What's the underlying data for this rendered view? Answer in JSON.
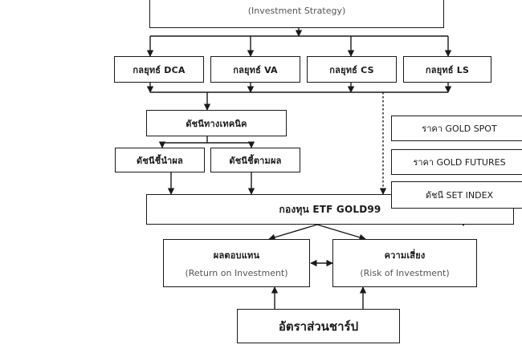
{
  "strategy_box": {
    "subtitle": "(Investment Strategy)"
  },
  "strategies": [
    {
      "label": "กลยุทธ์ DCA"
    },
    {
      "label": "กลยุทธ์ VA"
    },
    {
      "label": "กลยุทธ์ CS"
    },
    {
      "label": "กลยุทธ์ LS"
    }
  ],
  "technical": {
    "title": "ดัชนีทางเทคนิค",
    "leading": "ดัชนีชี้นำผล",
    "lagging": "ดัชนีชี้ตามผล"
  },
  "fund": {
    "label": "กองทุน ETF GOLD99"
  },
  "side_factors": [
    {
      "label": "ราคา GOLD SPOT"
    },
    {
      "label": "ราคา GOLD FUTURES"
    },
    {
      "label": "ดัชนี SET INDEX"
    }
  ],
  "return": {
    "title": "ผลตอบแทน",
    "subtitle": "(Return on Investment)"
  },
  "risk": {
    "title": "ความเสี่ยง",
    "subtitle": "(Risk of Investment)"
  },
  "sharpe": {
    "label": "อัตราส่วนชาร์ป"
  }
}
